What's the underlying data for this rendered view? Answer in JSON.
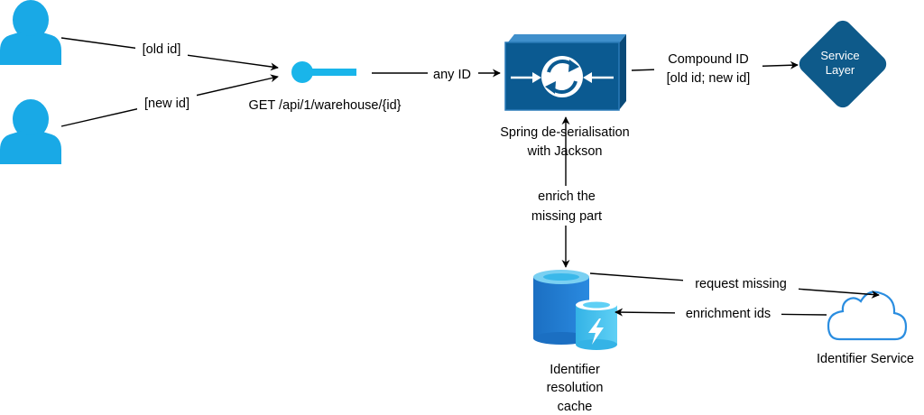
{
  "nodes": {
    "endpoint": "GET /api/1/warehouse/{id}",
    "deserialiser": [
      "Spring de-serialisation",
      "with Jackson"
    ],
    "service_layer": [
      "Service",
      "Layer"
    ],
    "cache": [
      "Identifier",
      "resolution",
      "cache"
    ],
    "identifier_service": "Identifier Service"
  },
  "edges": {
    "old_id": "[old id]",
    "new_id": "[new id]",
    "any_id": "any ID",
    "compound_id": [
      "Compound ID",
      "[old id; new id]"
    ],
    "enrich": [
      "enrich the",
      "missing part"
    ],
    "request_missing": "request missing",
    "enrichment_ids": "enrichment ids"
  },
  "colors": {
    "user": "#19a9e6",
    "endpoint": "#19b5ea",
    "deserialiser_fill": "#0b5a91",
    "deserialiser_border": "#2a7ab8",
    "service_layer": "#0e5a8a",
    "cache_dark": "#1b6fc2",
    "cache_light": "#4cc3ee",
    "cloud": "#2a8de0"
  },
  "icons": [
    "user-icon",
    "user-icon",
    "api-endpoint-icon",
    "sync-arrows-icon",
    "database-icon",
    "cache-lightning-icon",
    "cloud-icon"
  ]
}
